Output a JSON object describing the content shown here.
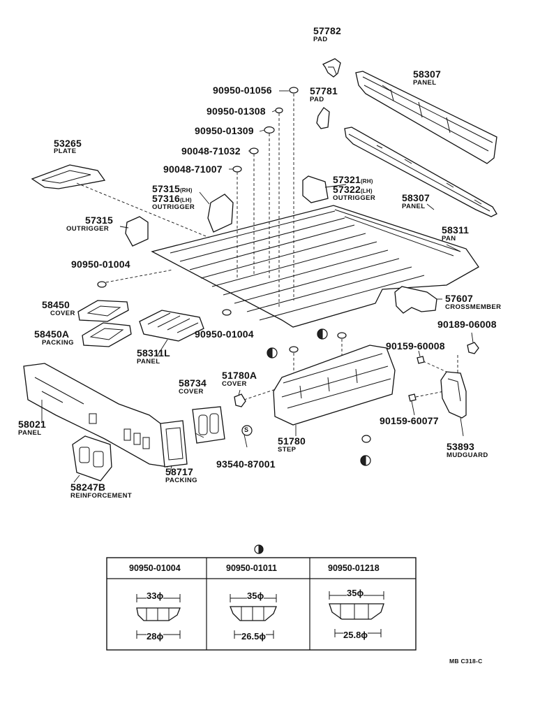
{
  "parts": {
    "p57782": {
      "number": "57782",
      "name": "PAD"
    },
    "p58307a": {
      "number": "58307",
      "name": "PANEL"
    },
    "p90950_01056": {
      "number": "90950-01056"
    },
    "p57781": {
      "number": "57781",
      "name": "PAD"
    },
    "p90950_01308": {
      "number": "90950-01308"
    },
    "p90950_01309": {
      "number": "90950-01309"
    },
    "p53265": {
      "number": "53265",
      "name": "PLATE"
    },
    "p90048_71032": {
      "number": "90048-71032"
    },
    "p90048_71007": {
      "number": "90048-71007"
    },
    "p57321": {
      "number": "57321",
      "side": "(RH)"
    },
    "p57322": {
      "number": "57322",
      "side": "(LH)",
      "name": "OUTRIGGER"
    },
    "p57315rh": {
      "number": "57315",
      "side": "(RH)"
    },
    "p57316": {
      "number": "57316",
      "side": "(LH)",
      "name": "OUTRIGGER"
    },
    "p58307b": {
      "number": "58307",
      "name": "PANEL"
    },
    "p57315": {
      "number": "57315",
      "name": "OUTRIGGER"
    },
    "p58311": {
      "number": "58311",
      "name": "PAN"
    },
    "p90950_01004a": {
      "number": "90950-01004"
    },
    "p58450": {
      "number": "58450",
      "name": "COVER"
    },
    "p57607": {
      "number": "57607",
      "name": "CROSSMEMBER"
    },
    "p58450A": {
      "number": "58450A",
      "name": "PACKING"
    },
    "p90950_01004b": {
      "number": "90950-01004"
    },
    "p90189": {
      "number": "90189-06008"
    },
    "p58311L": {
      "number": "58311L",
      "name": "PANEL"
    },
    "p90159_60008": {
      "number": "90159-60008"
    },
    "p51780A": {
      "number": "51780A",
      "name": "COVER"
    },
    "p58734": {
      "number": "58734",
      "name": "COVER"
    },
    "p58021": {
      "number": "58021",
      "name": "PANEL"
    },
    "p90159_60077": {
      "number": "90159-60077"
    },
    "p51780": {
      "number": "51780",
      "name": "STEP"
    },
    "p53893": {
      "number": "53893",
      "name": "MUDGUARD"
    },
    "p93540": {
      "number": "93540-87001"
    },
    "p58717": {
      "number": "58717",
      "name": "PACKING"
    },
    "p58247B": {
      "number": "58247B",
      "name": "REINFORCEMENT"
    }
  },
  "fastener_symbol": "S",
  "plug_table": {
    "columns": [
      {
        "part": "90950-01004",
        "outer": "33ϕ",
        "inner": "28ϕ"
      },
      {
        "part": "90950-01011",
        "outer": "35ϕ",
        "inner": "26.5ϕ"
      },
      {
        "part": "90950-01218",
        "outer": "35ϕ",
        "inner": "25.8ϕ"
      }
    ]
  },
  "ref_code": "MB C318-C"
}
